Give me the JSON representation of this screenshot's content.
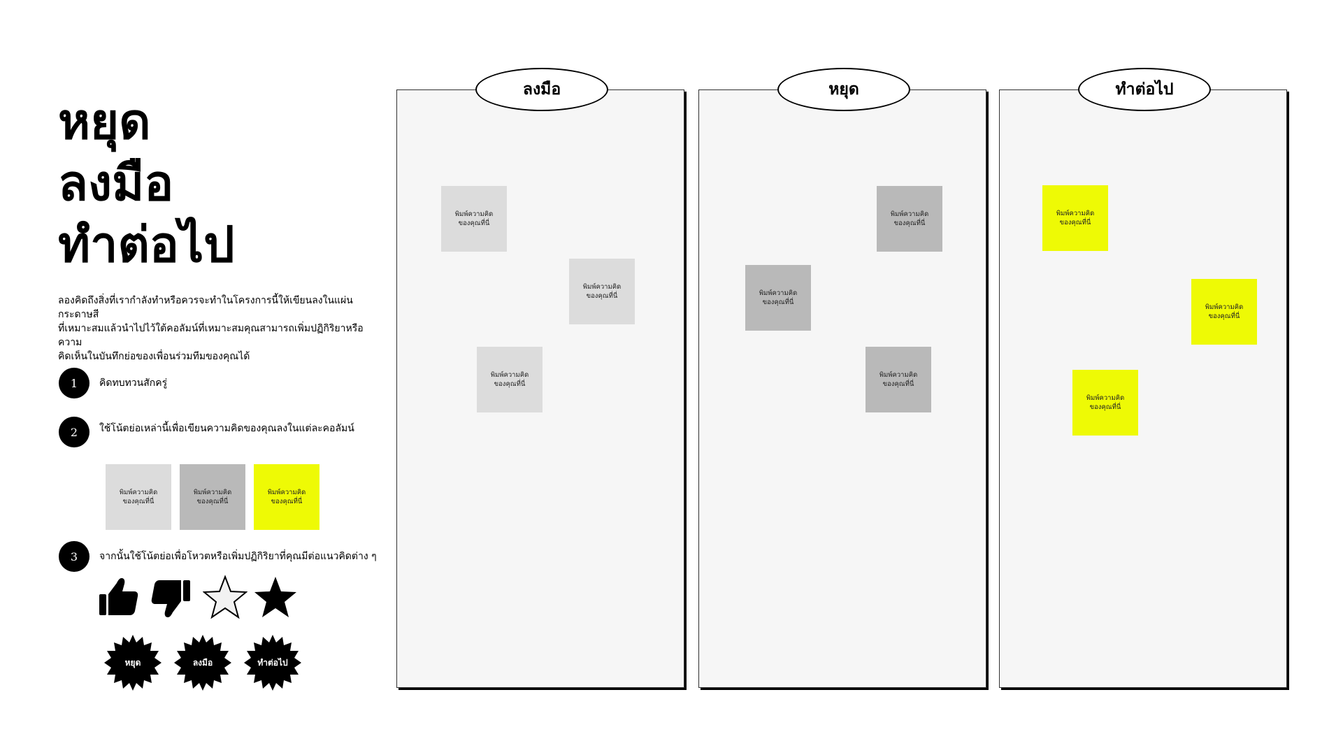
{
  "title": {
    "line1": "หยุด",
    "line2": "ลงมือ",
    "line3": "ทำต่อไป"
  },
  "description": {
    "line1": "ลองคิดถึงสิ่งที่เรากำลังทำหรือควรจะทำในโครงการนี้ให้เขียนลงในแผ่นกระดาษสี",
    "line2": "ที่เหมาะสมแล้วนำไปไว้ใต้คอลัมน์ที่เหมาะสมคุณสามารถเพิ่มปฏิกิริยาหรือความ",
    "line3": "คิดเห็นในบันทึกย่อของเพื่อนร่วมทีมของคุณได้"
  },
  "steps": [
    {
      "number": "1",
      "text": "คิดทบทวนสักครู่"
    },
    {
      "number": "2",
      "text": "ใช้โน้ตย่อเหล่านี้เพื่อเขียนความคิดของคุณลงในแต่ละคอลัมน์"
    },
    {
      "number": "3",
      "text": "จากนั้นใช้โน้ตย่อเพื่อโหวตหรือเพิ่มปฏิกิริยาที่คุณมีต่อแนวคิดต่าง ๆ"
    }
  ],
  "sticky_note": {
    "line1": "พิมพ์ความคิด",
    "line2": "ของคุณที่นี่"
  },
  "reaction_icons": [
    "thumbs-up-icon",
    "thumbs-down-icon",
    "star-outline-icon",
    "star-filled-icon"
  ],
  "badges": [
    "หยุด",
    "ลงมือ",
    "ทำต่อไป"
  ],
  "columns": [
    {
      "header": "ลงมือ",
      "note_color": "#dcdcdc"
    },
    {
      "header": "หยุด",
      "note_color": "#b9b9b9"
    },
    {
      "header": "ทำต่อไป",
      "note_color": "#eefa05"
    }
  ],
  "colors": {
    "light_note": "#dcdcdc",
    "mid_note": "#b9b9b9",
    "yellow_note": "#eefa05",
    "column_bg": "#f6f6f6"
  }
}
